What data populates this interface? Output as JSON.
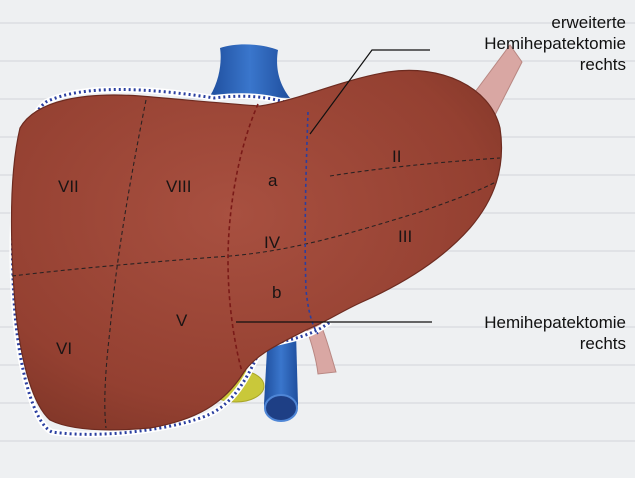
{
  "segments": {
    "s7": "VII",
    "s8": "VIII",
    "s4a": "a",
    "s4": "IV",
    "s4b": "b",
    "s2": "II",
    "s3": "III",
    "s5": "V",
    "s6": "VI"
  },
  "labels": {
    "extended": {
      "line1": "erweiterte",
      "line2": "Hemihepatektomie",
      "line3": "rechts"
    },
    "standard": {
      "line1": "Hemihepatektomie",
      "line2": "rechts"
    }
  },
  "colors": {
    "liver": "#9b4434",
    "vessel": "#2f63b8",
    "gallbladder": "#c9c83a",
    "ligament": "#d9a7a3",
    "cut_line": "#7a1a18",
    "resection_outline": "#2a3fa0"
  }
}
